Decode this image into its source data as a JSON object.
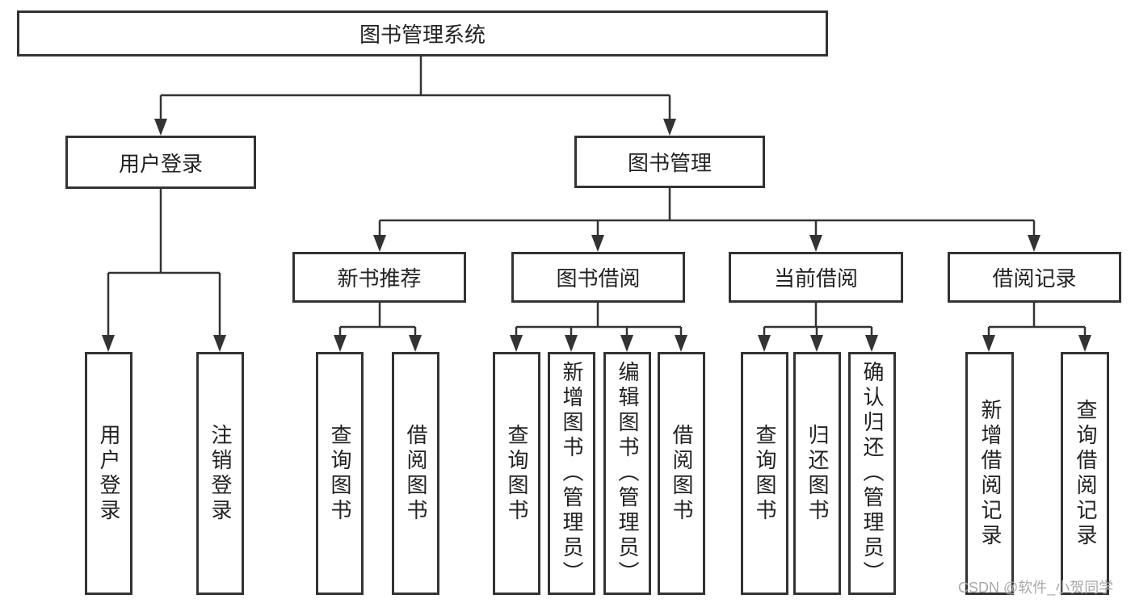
{
  "diagram": {
    "root": {
      "label": "图书管理系统"
    },
    "level2": [
      {
        "label": "用户登录"
      },
      {
        "label": "图书管理"
      }
    ],
    "level3": [
      {
        "label": "新书推荐"
      },
      {
        "label": "图书借阅"
      },
      {
        "label": "当前借阅"
      },
      {
        "label": "借阅记录"
      }
    ],
    "leaves": [
      {
        "label": "用户登录"
      },
      {
        "label": "注销登录"
      },
      {
        "label": "查询图书"
      },
      {
        "label": "借阅图书"
      },
      {
        "label": "查询图书"
      },
      {
        "label": "新增图书（管理员）"
      },
      {
        "label": "编辑图书（管理员）"
      },
      {
        "label": "借阅图书"
      },
      {
        "label": "查询图书"
      },
      {
        "label": "归还图书"
      },
      {
        "label": "确认归还（管理员）"
      },
      {
        "label": "新增借阅记录"
      },
      {
        "label": "查询借阅记录"
      }
    ]
  },
  "watermark": {
    "text": "CSDN @软件_小贺同学"
  },
  "colors": {
    "line": "#333333",
    "text": "#222222",
    "watermark": "#a9a9a9",
    "background": "#ffffff"
  }
}
